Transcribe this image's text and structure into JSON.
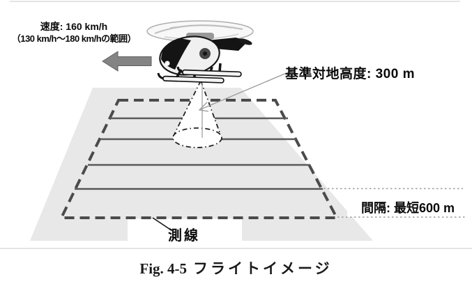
{
  "labels": {
    "speed1": "速度: 160 km/h",
    "speed2": "（130 km/h～180 km/hの範囲）",
    "altitude": "基準対地高度: 300 m",
    "spacing": "間隔: 最短600 m",
    "sokusen": "測線"
  },
  "caption": {
    "fig": "Fig. 4-5",
    "title": "フライトイメージ"
  },
  "values": {
    "speed": "160 km/h",
    "speed_range_min": "130 km/h",
    "speed_range_max": "180 km/h",
    "reference_ground_altitude": "300 m",
    "min_line_spacing": "600 m"
  },
  "colors": {
    "ground": "#e8e8e8",
    "boundary": "#4b4b4b",
    "survey_line": "#595959",
    "leader": "#9a9a9a",
    "arrow": "#848484",
    "rule": "#dcdcdc"
  }
}
